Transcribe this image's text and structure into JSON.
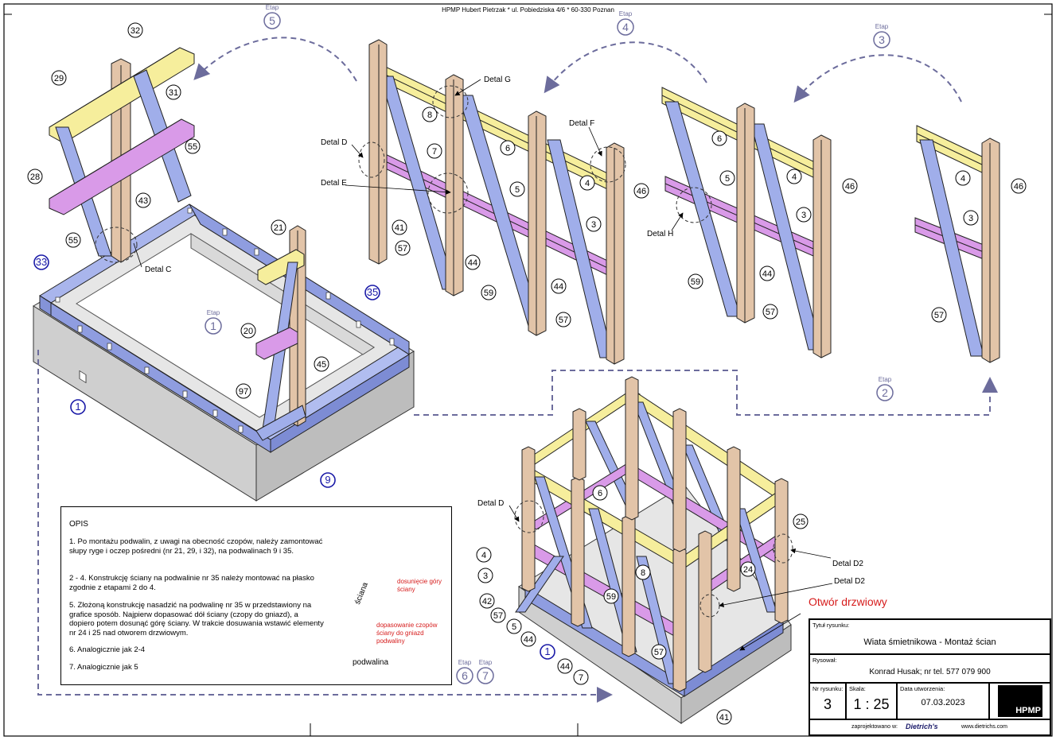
{
  "header": {
    "text": "HPMP Hubert Pietrzak * ul. Pobiedziska 4/6 * 60-330 Poznan"
  },
  "stages": [
    {
      "label": "Etap",
      "number": "1"
    },
    {
      "label": "Etap",
      "number": "2"
    },
    {
      "label": "Etap",
      "number": "3"
    },
    {
      "label": "Etap",
      "number": "4"
    },
    {
      "label": "Etap",
      "number": "5"
    },
    {
      "label": "Etap",
      "number": "6"
    },
    {
      "label": "Etap",
      "number": "7"
    }
  ],
  "part_labels": {
    "p32": "32",
    "p29": "29",
    "p31": "31",
    "p55a": "55",
    "p28": "28",
    "p43": "43",
    "p55b": "55",
    "p33": "33",
    "p21": "21",
    "p35": "35",
    "p20": "20",
    "p45": "45",
    "p97": "97",
    "p1a": "1",
    "p9": "9",
    "p8": "8",
    "p7a": "7",
    "p6a": "6",
    "p5a": "5",
    "p4a": "4",
    "p46a": "46",
    "p41a": "41",
    "p57a": "57",
    "p44a": "44",
    "p3a": "3",
    "p59a": "59",
    "p44b": "44",
    "p57b": "57",
    "p6b": "6",
    "p5b": "5",
    "p4b": "4",
    "p46b": "46",
    "p3b": "3",
    "p59b": "59",
    "p44c": "44",
    "p57c": "57",
    "p4c": "4",
    "p46c": "46",
    "p3c": "3",
    "p57d": "57",
    "p6c": "6",
    "p25": "25",
    "p4d": "4",
    "p3d": "3",
    "p42": "42",
    "p57e": "57",
    "p5c": "5",
    "p44d": "44",
    "p59c": "59",
    "p8b": "8",
    "p24": "24",
    "p1b": "1",
    "p44e": "44",
    "p7b": "7",
    "p57f": "57",
    "p41b": "41"
  },
  "details": {
    "c": "Detal C",
    "d": "Detal D",
    "e": "Detal E",
    "g": "Detal G",
    "f": "Detal F",
    "h": "Detal H",
    "d_low": "Detal D",
    "d2a": "Detal D2",
    "d2b": "Detal D2"
  },
  "door_opening": "Otwór drzwiowy",
  "opis": {
    "title": "OPIS",
    "items": [
      "1. Po montażu podwalin, z uwagi na obecność czopów, należy zamontować słupy ryge i oczep pośredni (nr 21, 29, i 32), na podwalinach 9 i 35.",
      "2 - 4. Konstrukcję ściany na podwalinie nr 35 należy montować na płasko zgodnie z etapami 2 do 4.",
      "5. Złożoną konstrukcję nasadzić na podwalinę nr 35 w przedstawiony na grafice sposób. Najpierw dopasować dół ściany (czopy do gniazd), a dopiero potem dosunąć górę ściany. W trakcie dosuwania wstawić elementy nr 24 i 25 nad otworem drzwiowym.",
      "6. Analogicznie jak 2-4",
      "7. Analogicznie jak 5"
    ],
    "sketch": {
      "wall": "ściana",
      "top_note_1": "dosunięcie góry",
      "top_note_2": "ściany",
      "bottom_note_1": "dopasowanie czopów",
      "bottom_note_2": "ściany do gniazd",
      "bottom_note_3": "podwaliny",
      "sill": "podwalina"
    }
  },
  "title_block": {
    "title_label": "Tytuł rysunku:",
    "title_value": "Wiata śmietnikowa - Montaż ścian",
    "drawn_label": "Rysował:",
    "drawn_value": "Konrad Husak;   nr tel. 577 079 900",
    "sheet_no_label": "Nr rysunku:",
    "sheet_no_value": "3",
    "scale_label": "Skala:",
    "scale_value": "1 : 25",
    "date_label": "Data utworzenia:",
    "date_value": "07.03.2023",
    "logo": "HPMP",
    "footer_left": "zaprojektowano w:",
    "footer_brand": "Dietrich's",
    "footer_url": "www.dietrichs.com"
  },
  "colors": {
    "post": "#e2c4a8",
    "rail": "#f6ee9c",
    "brace": "#9aa8e8",
    "purlin": "#d99ae8",
    "accent_blue": "#1b1ba8",
    "stage_gray": "#7676a6",
    "red": "#d61c1c",
    "concrete": "#d6d6d6"
  }
}
